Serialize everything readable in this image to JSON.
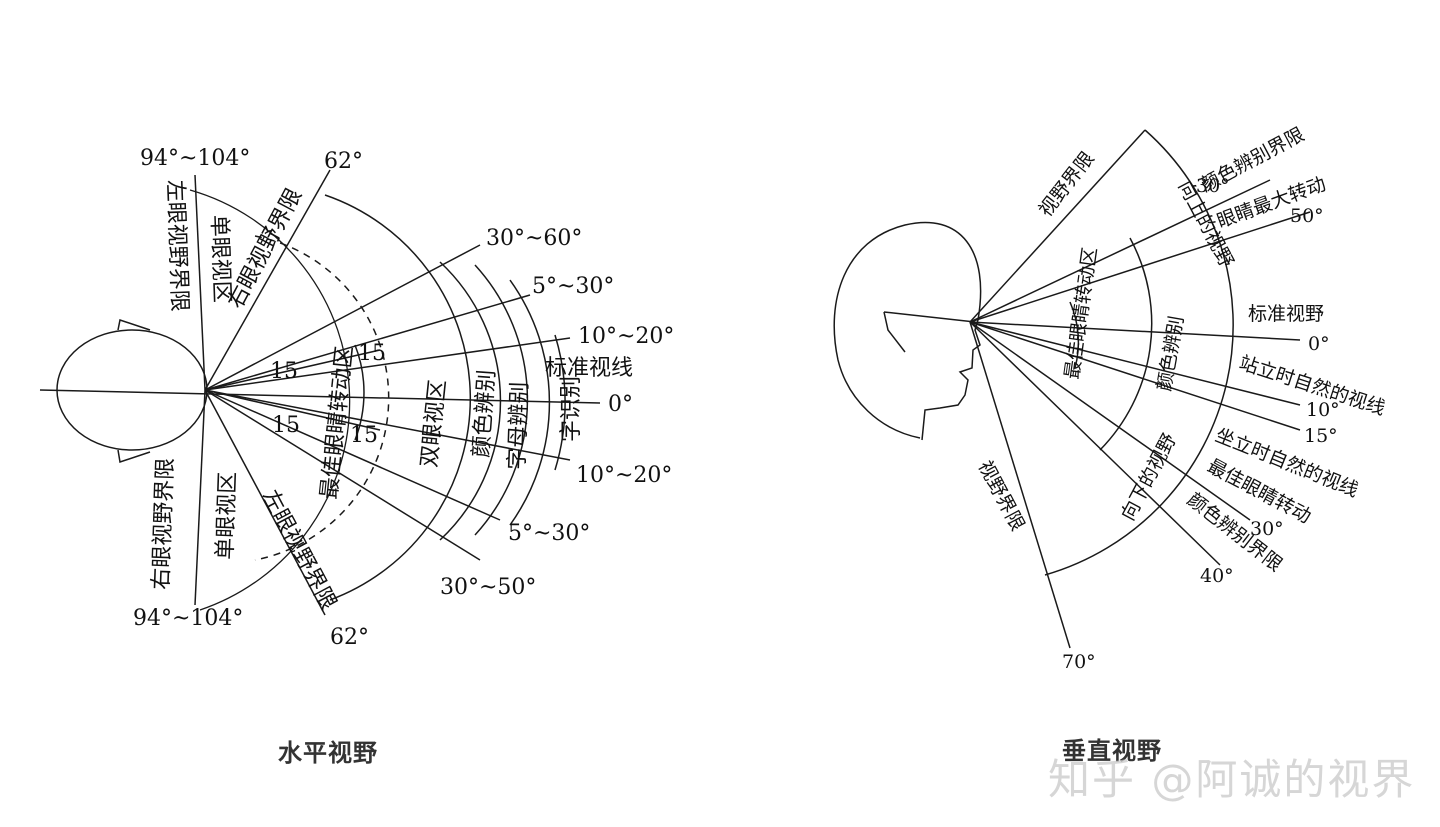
{
  "horizontal": {
    "caption": "水平视野",
    "labels": {
      "left_eye_limit": "左眼视野界限",
      "monocular_top": "单眼视区",
      "right_eye_limit_top": "右眼视野界限",
      "right_eye_limit_bottom": "右眼视野界限",
      "monocular_bottom": "单眼视区",
      "left_eye_limit_bottom": "左眼视野界限",
      "best_eye_rotation": "最佳眼睛转动区",
      "binocular": "双眼视区",
      "color_recognition": "颜色辨别",
      "letter_recognition": "字母辨别",
      "word_recognition": "字识别",
      "standard_sightline": "标准视线"
    },
    "angles": {
      "a_94_104_top": "94°~104°",
      "a_62_top": "62°",
      "a_30_60": "30°~60°",
      "a_5_30_top": "5°~30°",
      "a_10_20_top": "10°~20°",
      "a_0": "0°",
      "a_10_20_bottom": "10°~20°",
      "a_5_30_bottom": "5°~30°",
      "a_30_50": "30°~50°",
      "a_62_bottom": "62°",
      "a_94_104_bottom": "94°~104°",
      "a_15_a": "15",
      "a_15_b": "15",
      "a_15_c": "15",
      "a_15_d": "15"
    }
  },
  "vertical": {
    "caption": "垂直视野",
    "labels": {
      "field_limit_top": "视野界限",
      "color_limit_top": "颜色辨别界限",
      "eye_max_rotation": "眼睛最大转动",
      "upward_view": "向上的视野",
      "best_eye_rotation": "最佳眼睛转动区",
      "color_recognition": "颜色辨别",
      "standard_view": "标准视野",
      "standing_natural": "站立时自然的视线",
      "sitting_natural": "坐立时自然的视线",
      "best_eye_rotation_2": "最佳眼睛转动",
      "downward_view": "向下的视野",
      "color_limit_bottom": "颜色辨别界限",
      "field_limit_bottom": "视野界限"
    },
    "angles": {
      "a_30": "30°",
      "a_50": "50°",
      "a_0": "0°",
      "a_10": "10°",
      "a_15": "15°",
      "a_30_down": "30°",
      "a_40": "40°",
      "a_70": "70°"
    }
  },
  "watermark": "知乎 @阿诚的视界"
}
